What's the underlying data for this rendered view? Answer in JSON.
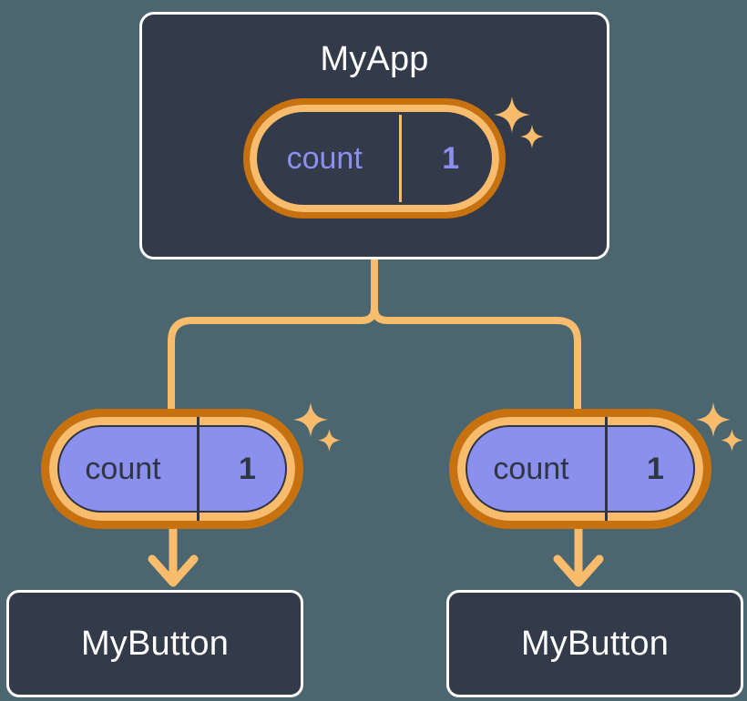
{
  "diagram": {
    "title": "react-state-propagation-tree",
    "background_color": "#4c6670",
    "colors": {
      "card_bg": "#333a49",
      "card_border": "#ffffff",
      "ring_outer": "#c8720f",
      "ring_inner": "#f8bc6c",
      "pill_fill_purple": "#8b8fee",
      "pill_text_purple": "#8b8fee",
      "pill_text_dark": "#2f3542",
      "connector": "#f8bc6c",
      "sparkle": "#f8bc6c"
    }
  },
  "nodes": {
    "root": {
      "label": "MyApp",
      "state": {
        "key": "count",
        "value": "1"
      }
    },
    "children": [
      {
        "state": {
          "key": "count",
          "value": "1"
        },
        "label": "MyButton"
      },
      {
        "state": {
          "key": "count",
          "value": "1"
        },
        "label": "MyButton"
      }
    ]
  },
  "icons": {
    "sparkle_large": "sparkle-four-point-large",
    "sparkle_small": "sparkle-four-point-small",
    "arrow": "arrow-down"
  }
}
